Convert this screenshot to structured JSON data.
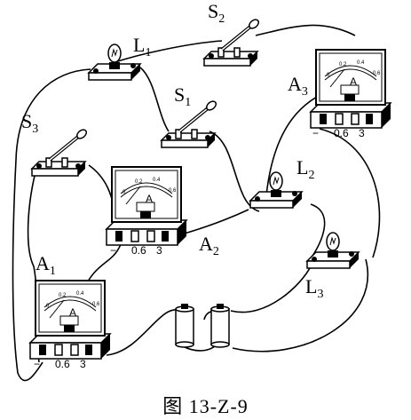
{
  "figure": {
    "caption": "图 13-Z-9",
    "components": {
      "L1": {
        "base": "L",
        "sub": "1"
      },
      "L2": {
        "base": "L",
        "sub": "2"
      },
      "L3": {
        "base": "L",
        "sub": "3"
      },
      "S1": {
        "base": "S",
        "sub": "1"
      },
      "S2": {
        "base": "S",
        "sub": "2"
      },
      "S3": {
        "base": "S",
        "sub": "3"
      },
      "A1": {
        "base": "A",
        "sub": "1"
      },
      "A2": {
        "base": "A",
        "sub": "2"
      },
      "A3": {
        "base": "A",
        "sub": "3"
      }
    },
    "ammeter": {
      "dial_symbol": "A",
      "scale_labels": [
        "0",
        "0.2",
        "0.4",
        "0.6"
      ],
      "terminal_labels": [
        "−",
        "0.6",
        "3"
      ]
    }
  }
}
